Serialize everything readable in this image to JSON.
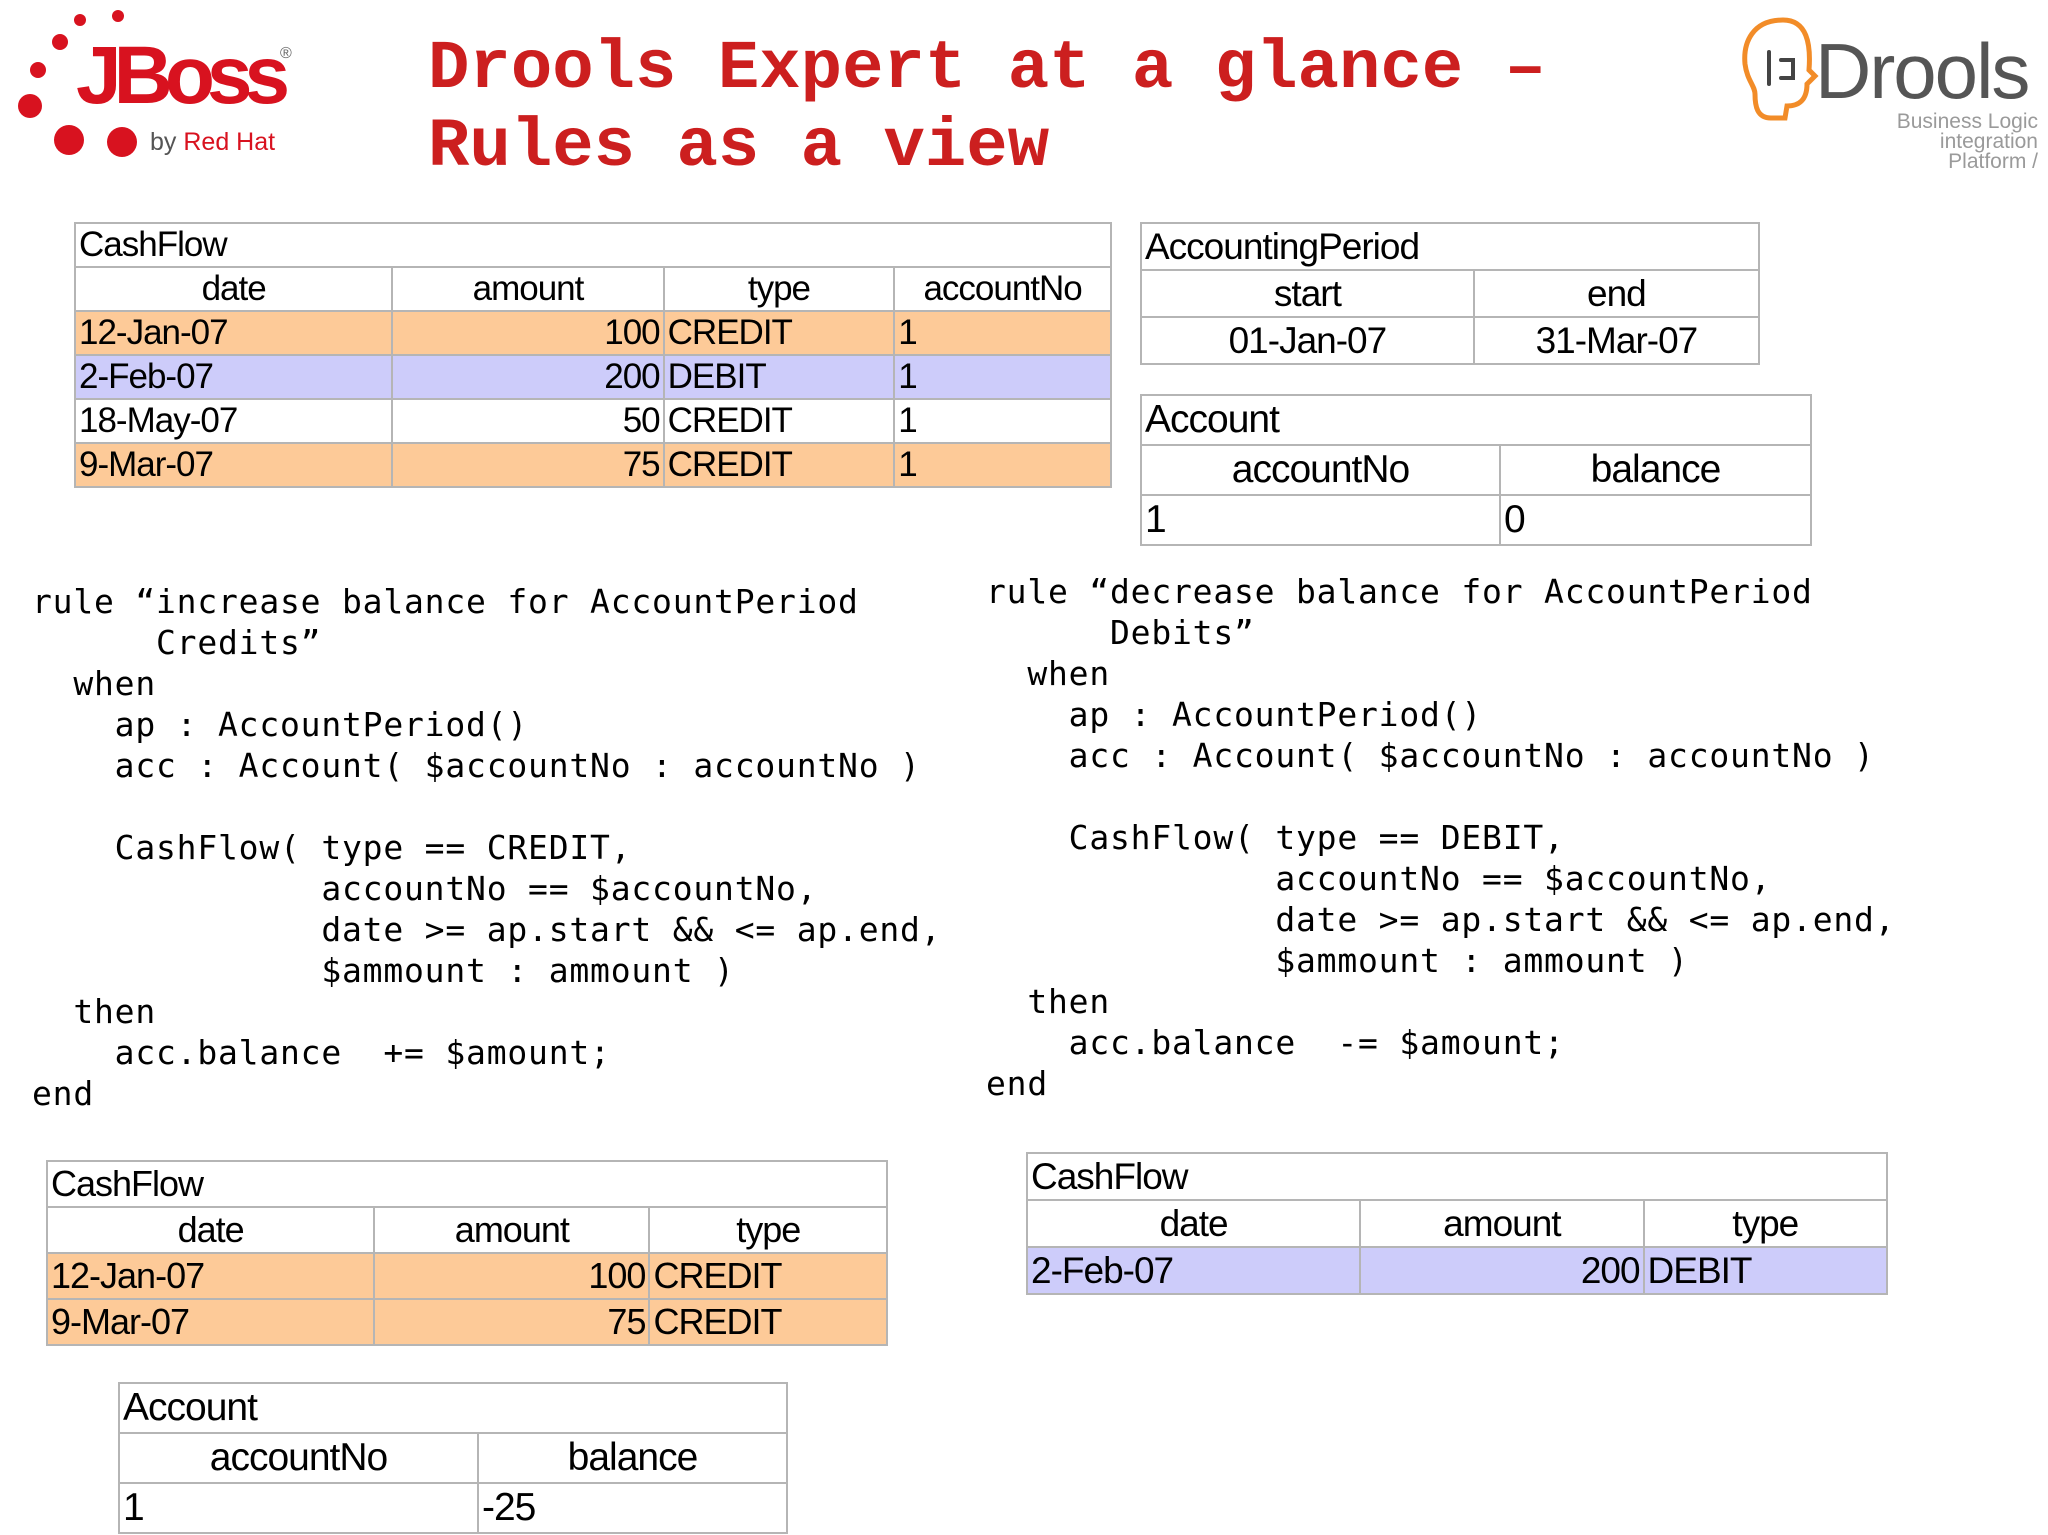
{
  "header": {
    "title": "Drools Expert at a glance –\nRules as a view",
    "jboss": {
      "brand": "JBoss",
      "registered": "®",
      "tagline_by": "by ",
      "tagline_company": "Red Hat"
    },
    "drools": {
      "brand": "Drools",
      "tagline_1": "Business Logic",
      "tagline_2": "integration",
      "tagline_3": "Platform /"
    }
  },
  "colors": {
    "title_red": "#cc1f1f",
    "credit_row": "#fdca98",
    "debit_row": "#cdccfa",
    "jboss_red": "#d8121f",
    "drools_grey": "#555555",
    "drools_orange": "#f28c28"
  },
  "cashflow_top": {
    "caption": "CashFlow",
    "columns": [
      "date",
      "amount",
      "type",
      "accountNo"
    ],
    "rows": [
      {
        "date": "12-Jan-07",
        "amount": "100",
        "type": "CREDIT",
        "accountNo": "1"
      },
      {
        "date": "2-Feb-07",
        "amount": "200",
        "type": "DEBIT",
        "accountNo": "1"
      },
      {
        "date": "18-May-07",
        "amount": "50",
        "type": "CREDIT",
        "accountNo": "1"
      },
      {
        "date": "9-Mar-07",
        "amount": "75",
        "type": "CREDIT",
        "accountNo": "1"
      }
    ]
  },
  "accounting_period": {
    "caption": "AccountingPeriod",
    "columns": [
      "start",
      "end"
    ],
    "row": {
      "start": "01-Jan-07",
      "end": "31-Mar-07"
    }
  },
  "account_top": {
    "caption": "Account",
    "columns": [
      "accountNo",
      "balance"
    ],
    "row": {
      "accountNo": "1",
      "balance": "0"
    }
  },
  "rule_increase": "rule “increase balance for AccountPeriod\n      Credits”\n  when\n    ap : AccountPeriod()\n    acc : Account( $accountNo : accountNo )\n\n    CashFlow( type == CREDIT,\n              accountNo == $accountNo,\n              date >= ap.start && <= ap.end,\n              $ammount : ammount )\n  then\n    acc.balance  += $amount;\nend",
  "rule_decrease": "rule “decrease balance for AccountPeriod\n      Debits”\n  when\n    ap : AccountPeriod()\n    acc : Account( $accountNo : accountNo )\n\n    CashFlow( type == DEBIT,\n              accountNo == $accountNo,\n              date >= ap.start && <= ap.end,\n              $ammount : ammount )\n  then\n    acc.balance  -= $amount;\nend",
  "cashflow_credits": {
    "caption": "CashFlow",
    "columns": [
      "date",
      "amount",
      "type"
    ],
    "rows": [
      {
        "date": "12-Jan-07",
        "amount": "100",
        "type": "CREDIT"
      },
      {
        "date": "9-Mar-07",
        "amount": "75",
        "type": "CREDIT"
      }
    ]
  },
  "cashflow_debits": {
    "caption": "CashFlow",
    "columns": [
      "date",
      "amount",
      "type"
    ],
    "rows": [
      {
        "date": "2-Feb-07",
        "amount": "200",
        "type": "DEBIT"
      }
    ]
  },
  "account_bottom": {
    "caption": "Account",
    "columns": [
      "accountNo",
      "balance"
    ],
    "row": {
      "accountNo": "1",
      "balance": "-25"
    }
  }
}
